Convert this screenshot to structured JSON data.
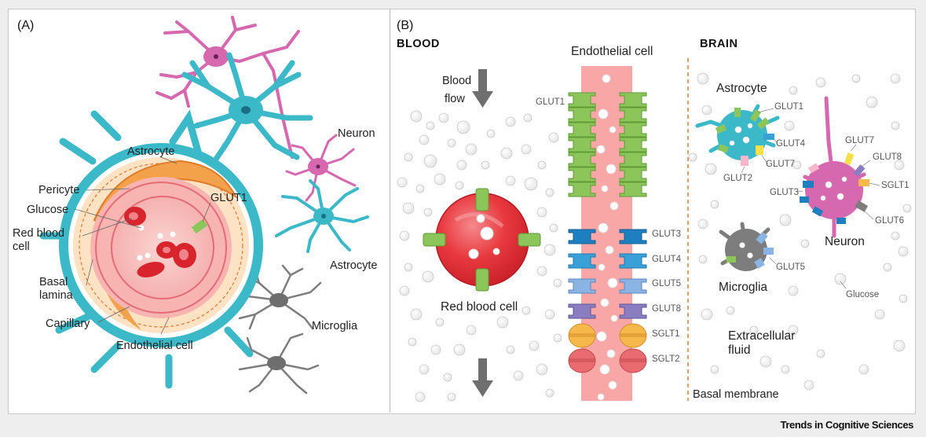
{
  "panel_a": {
    "letter": "(A)",
    "labels": {
      "neuron": "Neuron",
      "astrocyte_top": "Astrocyte",
      "pericyte": "Pericyte",
      "glucose": "Glucose",
      "glut1": "GLUT1",
      "rbc_line1": "Red blood",
      "rbc_line2": "cell",
      "basal_line1": "Basal",
      "basal_line2": "lamina",
      "capillary": "Capillary",
      "endothelial": "Endothelial cell",
      "astrocyte_right": "Astrocyte",
      "microglia": "Microglia"
    }
  },
  "panel_b": {
    "letter": "(B)",
    "labels": {
      "blood": "BLOOD",
      "brain": "BRAIN",
      "endothelial": "Endothelial cell",
      "flow_line1": "Blood",
      "flow_line2": "flow",
      "rbc": "Red blood cell",
      "astrocyte": "Astrocyte",
      "neuron": "Neuron",
      "microglia": "Microglia",
      "glucose": "Glucose",
      "ecf_line1": "Extracellular",
      "ecf_line2": "fluid",
      "basal_membrane": "Basal membrane"
    },
    "transporters": [
      "GLUT1",
      "GLUT3",
      "GLUT4",
      "GLUT5",
      "GLUT8",
      "SGLT1",
      "SGLT2"
    ],
    "astrocyte_transporters": [
      "GLUT1",
      "GLUT4",
      "GLUT7",
      "GLUT2"
    ],
    "neuron_transporters": [
      "GLUT7",
      "GLUT8",
      "SGLT1",
      "GLUT3",
      "GLUT6"
    ],
    "microglia_transporters": [
      "GLUT5"
    ]
  },
  "colors": {
    "astrocyte": "#3bb9c9",
    "neuron": "#d668b0",
    "microglia": "#8a8a8a",
    "endothelium": "#f7a9a8",
    "rbc": "#e23a3f",
    "glut1": "#8cc65a",
    "glut3": "#1e7fc0",
    "glut4": "#3aa0d8",
    "glut5": "#8ab4e3",
    "glut8": "#8a7ec1",
    "sglt1": "#f6b84a",
    "sglt2": "#e96a6f",
    "basal_membrane": "#e8782e"
  },
  "credit": "Trends in Cognitive Sciences"
}
